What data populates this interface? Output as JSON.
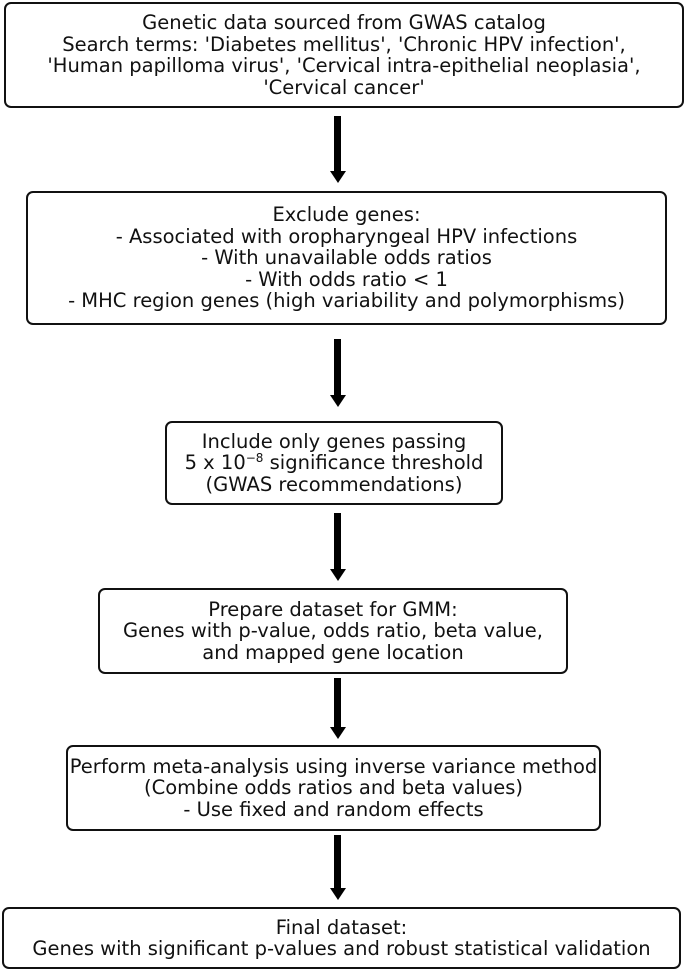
{
  "boxes": {
    "b1": {
      "lines": [
        "Genetic data sourced from GWAS catalog",
        "Search terms: 'Diabetes mellitus', 'Chronic HPV infection',",
        "'Human papilloma virus', 'Cervical intra-epithelial neoplasia',",
        "'Cervical cancer'"
      ]
    },
    "b2": {
      "lines": [
        "Exclude genes:",
        "- Associated with oropharyngeal HPV infections",
        "- With unavailable odds ratios",
        "- With odds ratio < 1",
        "- MHC region genes (high variability and polymorphisms)"
      ]
    },
    "b3": {
      "line1": "Include only genes passing",
      "line2_prefix": "5 x 10",
      "line2_exponent": "−8",
      "line2_suffix": " significance threshold",
      "line3": "(GWAS recommendations)"
    },
    "b4": {
      "lines": [
        "Prepare dataset for GMM:",
        "Genes with p-value, odds ratio, beta value,",
        "and mapped gene location"
      ]
    },
    "b5": {
      "lines": [
        "Perform meta-analysis using inverse variance method",
        "(Combine odds ratios and beta values)",
        "- Use fixed and random effects"
      ]
    },
    "b6": {
      "lines": [
        "Final dataset:",
        "Genes with significant p-values and robust statistical validation"
      ]
    }
  },
  "colors": {
    "stroke": "#111111",
    "arrow": "#000000",
    "background": "#ffffff"
  }
}
